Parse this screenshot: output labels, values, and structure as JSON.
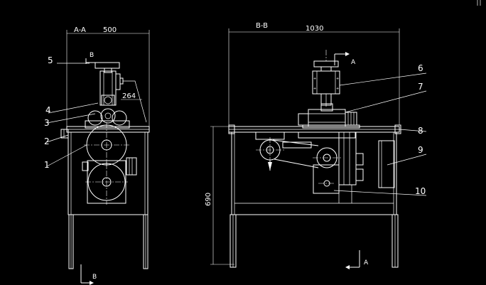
{
  "left_view": {
    "section_label": "A-A",
    "width_dim": "500",
    "small_dim": "264",
    "view_marker_top": "B",
    "view_marker_bottom": "B"
  },
  "right_view": {
    "section_label": "B-B",
    "width_dim": "1030",
    "height_dim": "690",
    "view_marker_top": "A",
    "view_marker_bottom": "A"
  },
  "callouts": {
    "c1": "1",
    "c2": "2",
    "c3": "3",
    "c4": "4",
    "c5": "5",
    "c6": "6",
    "c7": "7",
    "c8": "8",
    "c9": "9",
    "c10": "10"
  }
}
